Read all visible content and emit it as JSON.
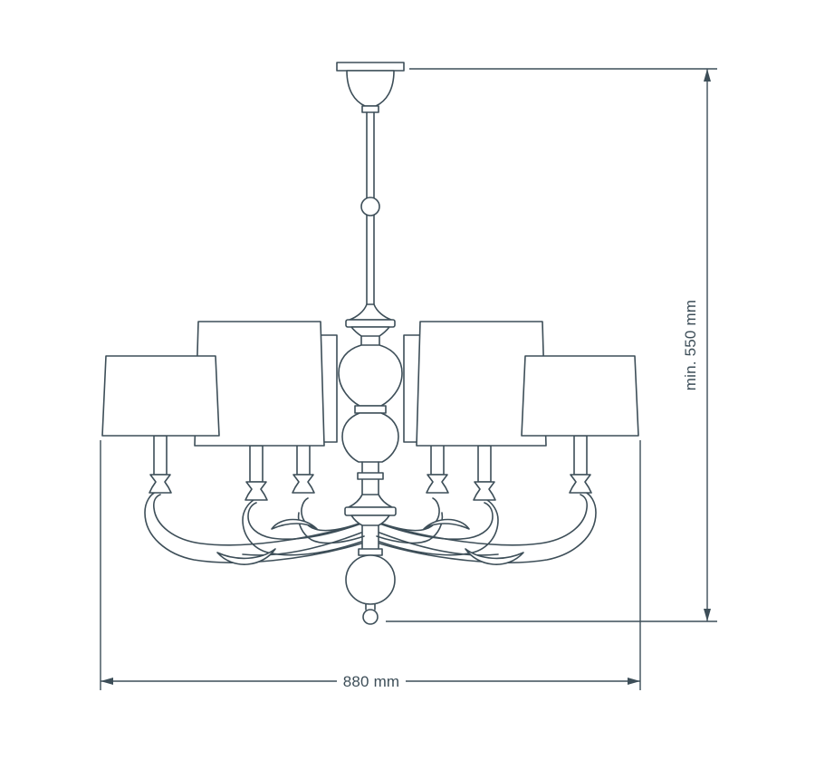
{
  "diagram": {
    "name": "Chandelier technical line drawing with overall dimensions",
    "line_color": "#3d4e58",
    "background_color": "#ffffff",
    "dimensions": {
      "height_label": "min. 550 mm",
      "width_label": "880 mm"
    }
  }
}
